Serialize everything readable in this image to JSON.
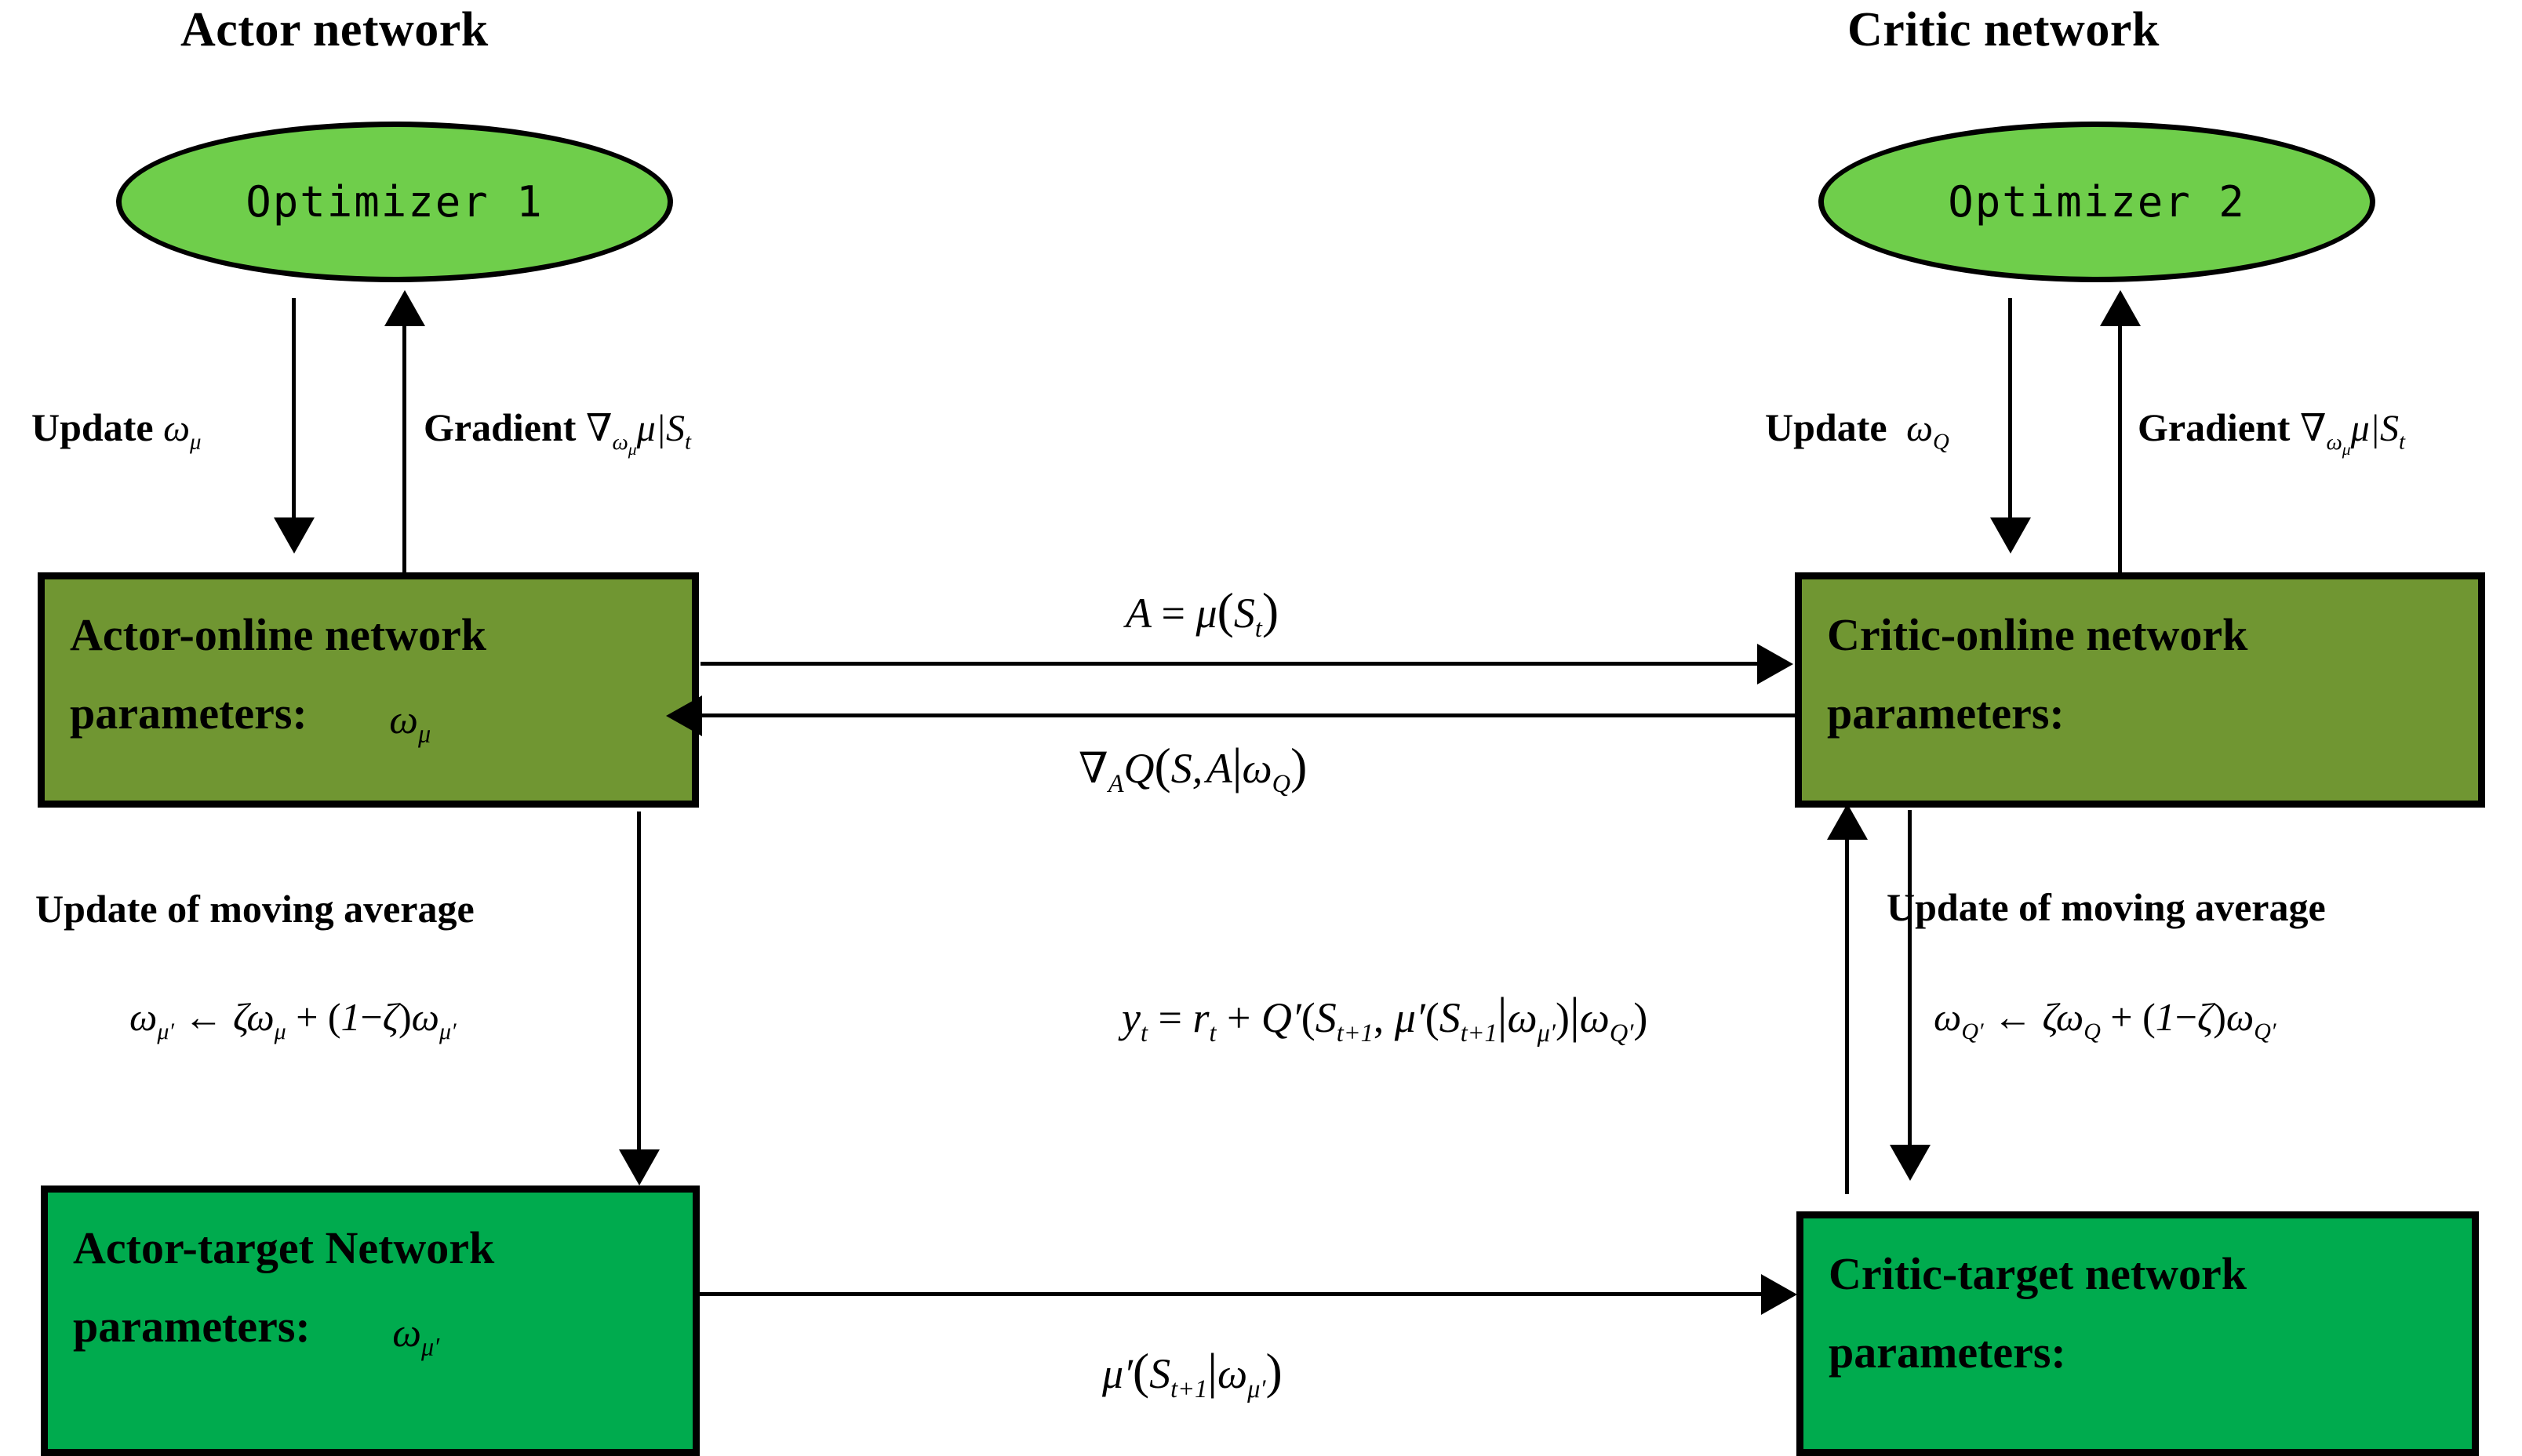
{
  "diagram": {
    "title_actor": "Actor network",
    "title_critic": "Critic network",
    "colors": {
      "optimizer_fill": "#6fce4b",
      "online_box_fill": "#709632",
      "target_box_fill": "#00ab4e",
      "stroke": "#000000",
      "background": "#ffffff"
    }
  },
  "optimizers": {
    "actor": "Optimizer 1",
    "critic": "Optimizer 2"
  },
  "boxes": {
    "actor_online": {
      "line1": "Actor-online network",
      "line2": "parameters:",
      "param": "ω",
      "param_sub": "μ"
    },
    "critic_online": {
      "line1": "Critic-online network",
      "line2": "parameters:",
      "param": "",
      "param_sub": ""
    },
    "actor_target": {
      "line1": "Actor-target Network",
      "line2": "parameters:",
      "param": "ω",
      "param_sub": "μ′"
    },
    "critic_target": {
      "line1": "Critic-target network",
      "line2": "parameters:",
      "param": "",
      "param_sub": ""
    }
  },
  "labels": {
    "actor_update": "Update",
    "actor_update_sym": "ω",
    "actor_update_sub": "μ",
    "actor_gradient": "Gradient",
    "actor_gradient_expr": "∇",
    "actor_gradient_sub": "ω",
    "actor_gradient_sub2": "μ",
    "actor_gradient_tail": "μ|S",
    "actor_gradient_tail_sub": "t",
    "critic_update": "Update",
    "critic_update_sym": "ω",
    "critic_update_sub": "Q",
    "critic_gradient": "Gradient",
    "critic_gradient_expr": "∇",
    "critic_gradient_sub": "ω",
    "critic_gradient_sub2": "μ",
    "critic_gradient_tail": "μ|S",
    "critic_gradient_tail_sub": "t",
    "moving_avg_left": "Update of moving average",
    "moving_avg_right": "Update of moving average"
  },
  "formulas": {
    "action": "A = μ(S_t)",
    "grad_q": "∇_A Q(S, A|ω_Q)",
    "tau_actor": "ω_μ′ ← ζω_μ + (1−ζ)ω_μ′",
    "tau_critic": "ω_Q′ ← ζω_Q + (1−ζ)ω_Q′",
    "target_value": "y_t = r_t + Q′(S_t+1, μ′(S_t+1|ω_μ′)|ω_Q′)",
    "target_policy": "μ′(S_t+1|ω_μ′)"
  }
}
